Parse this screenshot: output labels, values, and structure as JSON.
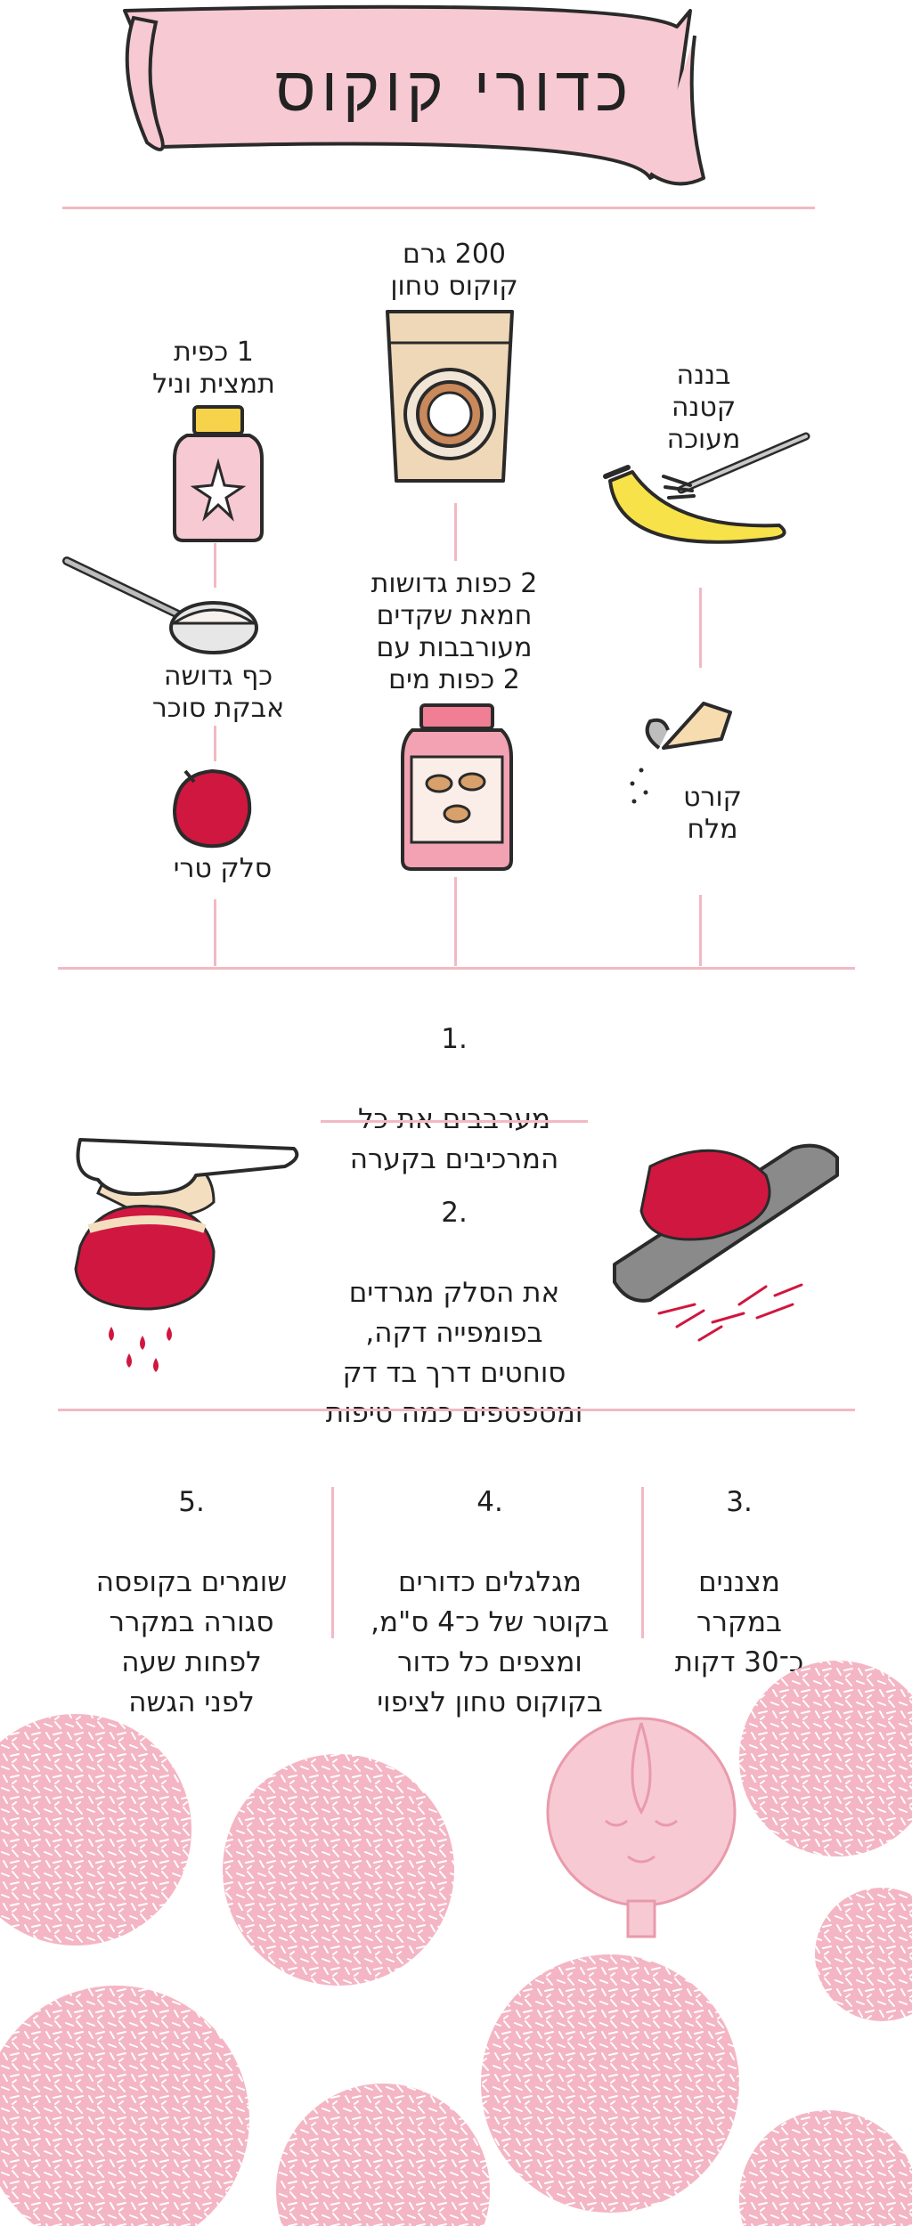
{
  "title": "כדורי קוקוס",
  "ingredients": {
    "coconut": "200 גרם\nקוקוס טחון",
    "vanilla": "1 כפית\nתמצית וניל",
    "banana": "בננה\nקטנה\nמעוכה",
    "almond": "2 כפות גדושות\nחמאת שקדים\nמעורבבות עם\n2 כפות מים",
    "sugar": "כף גדושה\nאבקת סוכר",
    "salt": "קורט\nמלח",
    "beet": "סלק טרי"
  },
  "steps": [
    {
      "num": ".1",
      "text": "מערבבים את כל\nהמרכיבים בקערה"
    },
    {
      "num": ".2",
      "text": "את הסלק מגרדים\nבפומפייה דקה,\nסוחטים דרך בד דק\nומטפטפים כמה טיפות"
    },
    {
      "num": ".3",
      "text": "מצננים\nבמקרר\nכ־30 דקות"
    },
    {
      "num": ".4",
      "text": "מגלגלים כדורים\nבקוטר של כ־4 ס\"מ,\nומצפים כל כדור\nבקוקוס טחון לציפוי"
    },
    {
      "num": ".5",
      "text": "שומרים בקופסה\nסגורה במקרר\nלפחות שעה\nלפני הגשה"
    }
  ],
  "colors": {
    "pink": "#f4b6c4",
    "line": "#f2b9c3",
    "beet": "#d0173f",
    "banana": "#f7e24a",
    "bag": "#efd8b8",
    "jar": "#f07e94"
  },
  "icons": [
    "ribbon-banner",
    "coconut-bag-icon",
    "vanilla-bottle-icon",
    "banana-fork-icon",
    "spoon-sugar-icon",
    "almond-jar-icon",
    "salt-shaker-icon",
    "beet-icon",
    "squeezing-hand-icon",
    "grater-icon",
    "coconut-ball-icon",
    "girl-face-icon"
  ]
}
